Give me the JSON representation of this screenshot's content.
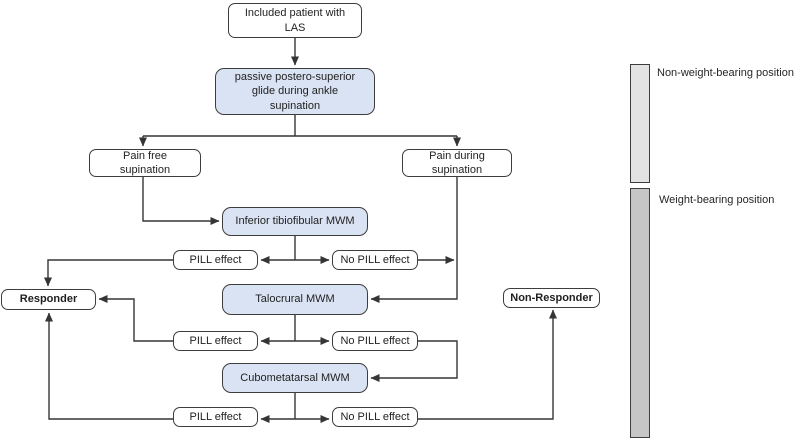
{
  "diagram": {
    "nodes": {
      "included": {
        "label": "Included patient with\nLAS"
      },
      "glide": {
        "label": "passive postero-superior\nglide during ankle\nsupination"
      },
      "pain_free": {
        "label": "Pain free\nsupination"
      },
      "pain_during": {
        "label": "Pain during\nsupination"
      },
      "inferior_tib": {
        "label": "Inferior tibiofibular MWM"
      },
      "pill_1": {
        "label": "PILL effect"
      },
      "no_pill_1": {
        "label": "No PILL effect"
      },
      "responder": {
        "label": "Responder"
      },
      "talocrural": {
        "label": "Talocrural MWM"
      },
      "non_responder": {
        "label": "Non-Responder"
      },
      "pill_2": {
        "label": "PILL effect"
      },
      "no_pill_2": {
        "label": "No PILL effect"
      },
      "cubometatarsal": {
        "label": "Cubometatarsal MWM"
      },
      "pill_3": {
        "label": "PILL effect"
      },
      "no_pill_3": {
        "label": "No PILL effect"
      }
    },
    "legend": {
      "non_weight_bearing": "Non-weight-bearing position",
      "weight_bearing": "Weight-bearing position"
    },
    "colors": {
      "node_fill_blue": "#dae3f3",
      "node_fill_white": "#ffffff",
      "node_border": "#3d3d3d",
      "bar_light": "#e3e3e3",
      "bar_dark": "#c6c6c6",
      "connector": "#353535",
      "text": "#1f1f1f"
    }
  }
}
